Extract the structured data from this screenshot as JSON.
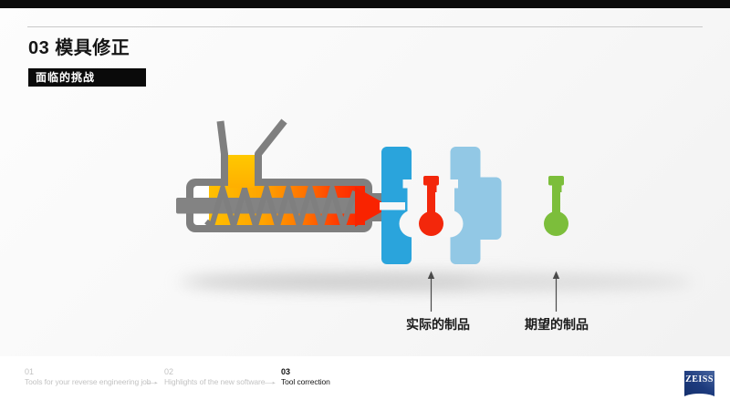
{
  "slide": {
    "title": "03 模具修正",
    "badge": "面临的挑战"
  },
  "diagram": {
    "label_actual": "实际的制品",
    "label_expected": "期望的制品",
    "colors": {
      "machine_gray": "#7f7f7f",
      "melt_orange": "#ffbc00",
      "melt_red": "#f92300",
      "mold_fixed_blue": "#2aa4dc",
      "mold_moving_lightblue": "#92c8e5",
      "product_actual_red": "#f3270b",
      "product_expected_green": "#7cbe3b"
    }
  },
  "footer": {
    "arrow": "→",
    "steps": [
      {
        "num": "01",
        "label": "Tools for your reverse engineering job"
      },
      {
        "num": "02",
        "label": "Highlights of the new software"
      },
      {
        "num": "03",
        "label": "Tool correction"
      }
    ]
  },
  "logo": {
    "text": "ZEISS",
    "blue": "#1d3b7e"
  }
}
